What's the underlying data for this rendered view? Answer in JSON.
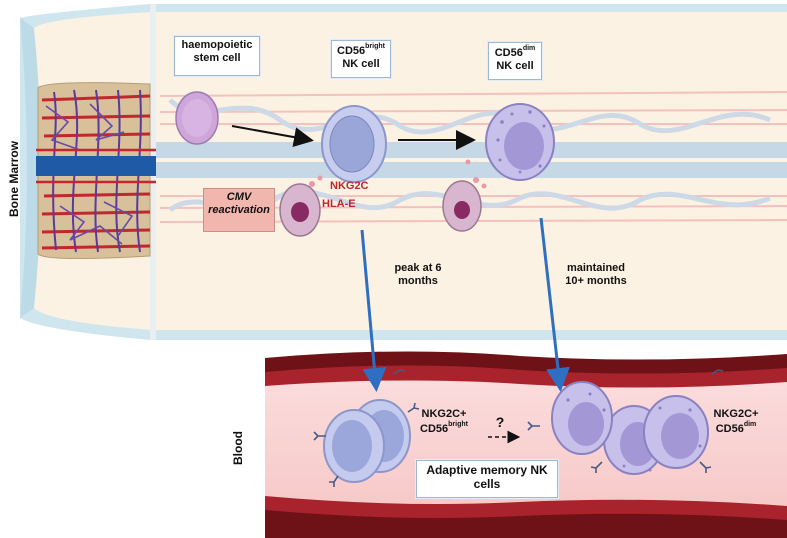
{
  "side_labels": {
    "bone_marrow": "Bone Marrow",
    "blood": "Blood"
  },
  "boxes": {
    "hsc": "haemopoietic\nstem cell",
    "bright_main": "CD56",
    "bright_sup": "bright",
    "bright_sub": "NK cell",
    "dim_main": "CD56",
    "dim_sup": "dim",
    "dim_sub": "NK cell",
    "cmv": "CMV\nreactivation",
    "adaptive": "Adaptive memory NK\ncells"
  },
  "receptors": {
    "nkg2c": "NKG2C",
    "hla": "HLA-E"
  },
  "arrows": {
    "peak": "peak at 6\nmonths",
    "maintained": "maintained\n10+  months",
    "question": "?"
  },
  "blood_labels": {
    "left_main": "NKG2C+",
    "left_cd": "CD56",
    "left_sup": "bright",
    "right_main": "NKG2C+",
    "right_cd": "CD56",
    "right_sup": "dim"
  },
  "colors": {
    "marrow_bg": "#fbf2e3",
    "bone": "#d8c29a",
    "vessel_red": "#c1272d",
    "vessel_blue": "#1f5aa6",
    "mesh_purple": "#5b3a9a",
    "nk_cell": "#a9b3e2",
    "dim_cell": "#b6a8de",
    "infected_cell": "#d9b7d0",
    "arrow_blue": "#2e6fc2",
    "cmv_box": "#f1b6ae"
  }
}
